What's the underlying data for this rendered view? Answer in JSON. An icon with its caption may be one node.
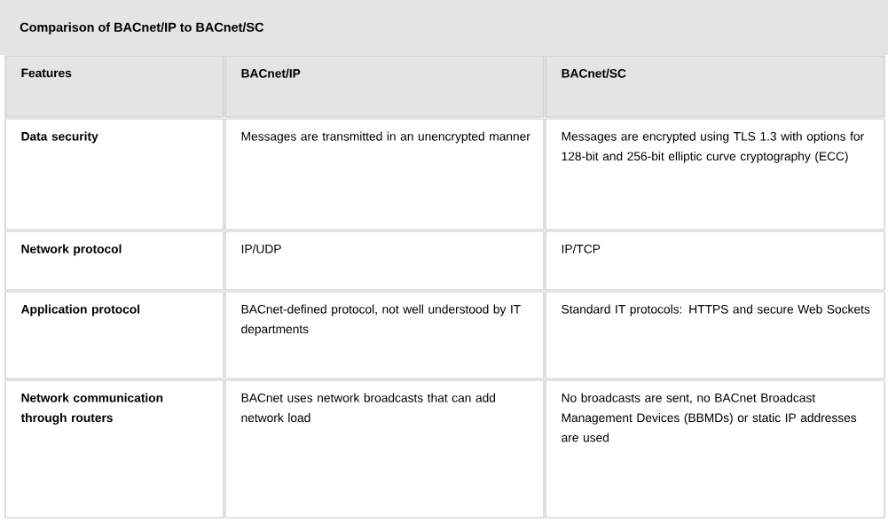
{
  "diagram": {
    "title": "Comparison of BACnet/IP to BACnet/SC",
    "labels": [
      "Features",
      "BACnet/IP",
      "BACnet/SC",
      "Data security",
      "Messages are transmitted in an unencrypted manner",
      "Messages are encrypted using TLS 1.3 with options for 128-bit and 256-bit elliptic curve cryptography (ECC)",
      "Network protocol",
      "IP/UDP",
      "IP/TCP",
      "Application protocol",
      "BACnet-defined protocol, not well understood by IT departments",
      "Standard IT protocols: HTTPS and secure Web Sockets",
      "Network communication through routers",
      "BACnet uses network broadcasts that can add network load",
      "No broadcasts are sent, no BACnet Broadcast Management Devices (BBMDs) or static IP addresses are used"
    ]
  }
}
